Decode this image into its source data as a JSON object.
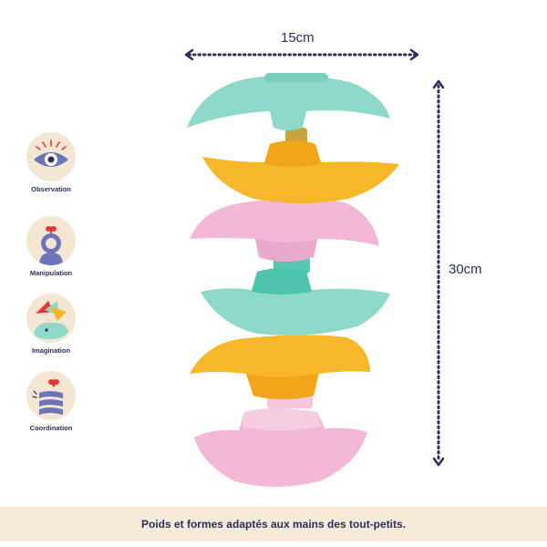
{
  "dimensions": {
    "width_label": "15cm",
    "height_label": "30cm"
  },
  "skills": [
    {
      "label": "Observation",
      "icon": "eye-icon"
    },
    {
      "label": "Manipulation",
      "icon": "head-icon"
    },
    {
      "label": "Imagination",
      "icon": "whale-icon"
    },
    {
      "label": "Coordination",
      "icon": "hand-icon"
    }
  ],
  "footer": {
    "text": "Poids et formes adaptés aux mains des tout-petits."
  },
  "colors": {
    "navy": "#2b2f5e",
    "mint": "#8fd9c8",
    "teal": "#4ec4ad",
    "yellow": "#f6b72a",
    "pink": "#f2b8d6",
    "beige": "#f6ead8"
  }
}
